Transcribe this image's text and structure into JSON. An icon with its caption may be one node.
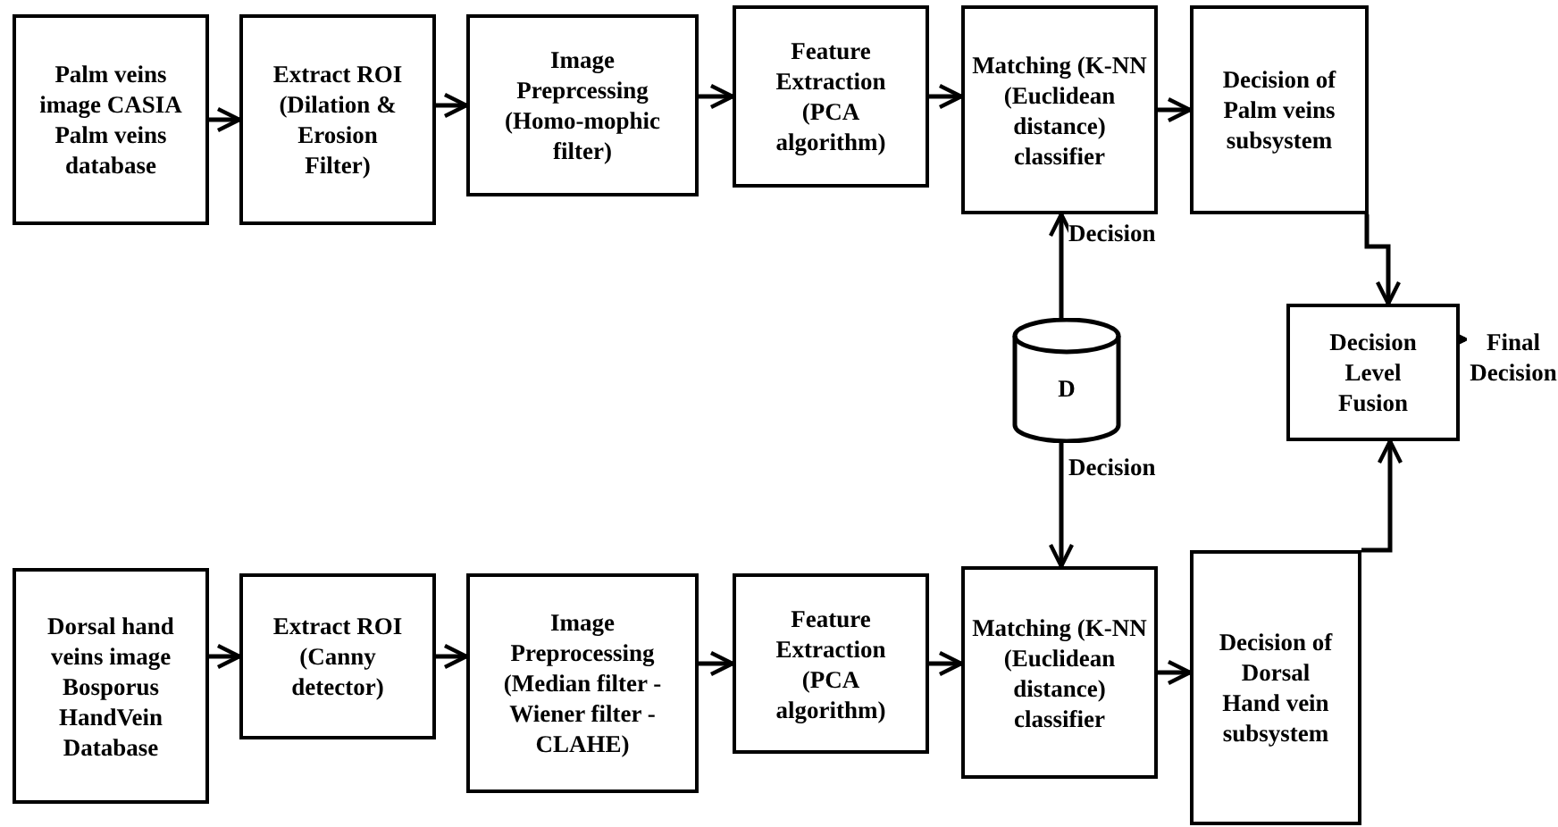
{
  "diagram": {
    "nodes": [
      {
        "text": [
          "Palm veins image CASIA Palm veins database"
        ]
      },
      {
        "text": [
          "Extract ROI (Dilation & Erosion Filter)"
        ]
      },
      {
        "text": [
          "Image Preprcessing (Homo-mophic filter)"
        ]
      },
      {
        "text": [
          "Feature Extraction (PCA algorithm)"
        ]
      },
      {
        "text": [
          "Matching (K-NN (Euclidean distance) classifier"
        ]
      },
      {
        "text": [
          "Decision of Palm veins subsystem"
        ]
      },
      {
        "text": [
          "D"
        ]
      },
      {
        "text": [
          "Decision Level Fusion"
        ]
      },
      {
        "text": [
          "Dorsal hand veins image Bosporus HandVein Database"
        ]
      },
      {
        "text": [
          "Extract ROI (Canny detector)"
        ]
      },
      {
        "text": [
          "Image Preprocessing (Median filter - Wiener filter - CLAHE)"
        ]
      },
      {
        "text": [
          "Feature Extraction (PCA algorithm)"
        ]
      },
      {
        "text": [
          "Matching (K-NN (Euclidean distance) classifier"
        ]
      },
      {
        "text": [
          "Decision of Dorsal Hand vein subsystem"
        ]
      },
      {
        "text": [
          "Final Decision"
        ]
      }
    ],
    "edges": [
      {
        "from": 0,
        "to": 1,
        "arrow": "to"
      },
      {
        "from": 1,
        "to": 2,
        "arrow": "to"
      },
      {
        "from": 2,
        "to": 3,
        "arrow": "to"
      },
      {
        "from": 3,
        "to": 4,
        "arrow": "to"
      },
      {
        "from": 4,
        "to": 5,
        "arrow": "to"
      },
      {
        "from": 5,
        "to": 7,
        "arrow": "to"
      },
      {
        "from": 6,
        "to": 4,
        "arrow": "to",
        "label": "Decision"
      },
      {
        "from": 6,
        "to": 12,
        "arrow": "to",
        "label": "Decision"
      },
      {
        "from": 8,
        "to": 9,
        "arrow": "to"
      },
      {
        "from": 9,
        "to": 10,
        "arrow": "to"
      },
      {
        "from": 10,
        "to": 11,
        "arrow": "to"
      },
      {
        "from": 11,
        "to": 12,
        "arrow": "to"
      },
      {
        "from": 12,
        "to": 13,
        "arrow": "to"
      },
      {
        "from": 13,
        "to": 7,
        "arrow": "to"
      },
      {
        "from": 7,
        "to": 14,
        "arrow": "to"
      }
    ]
  }
}
